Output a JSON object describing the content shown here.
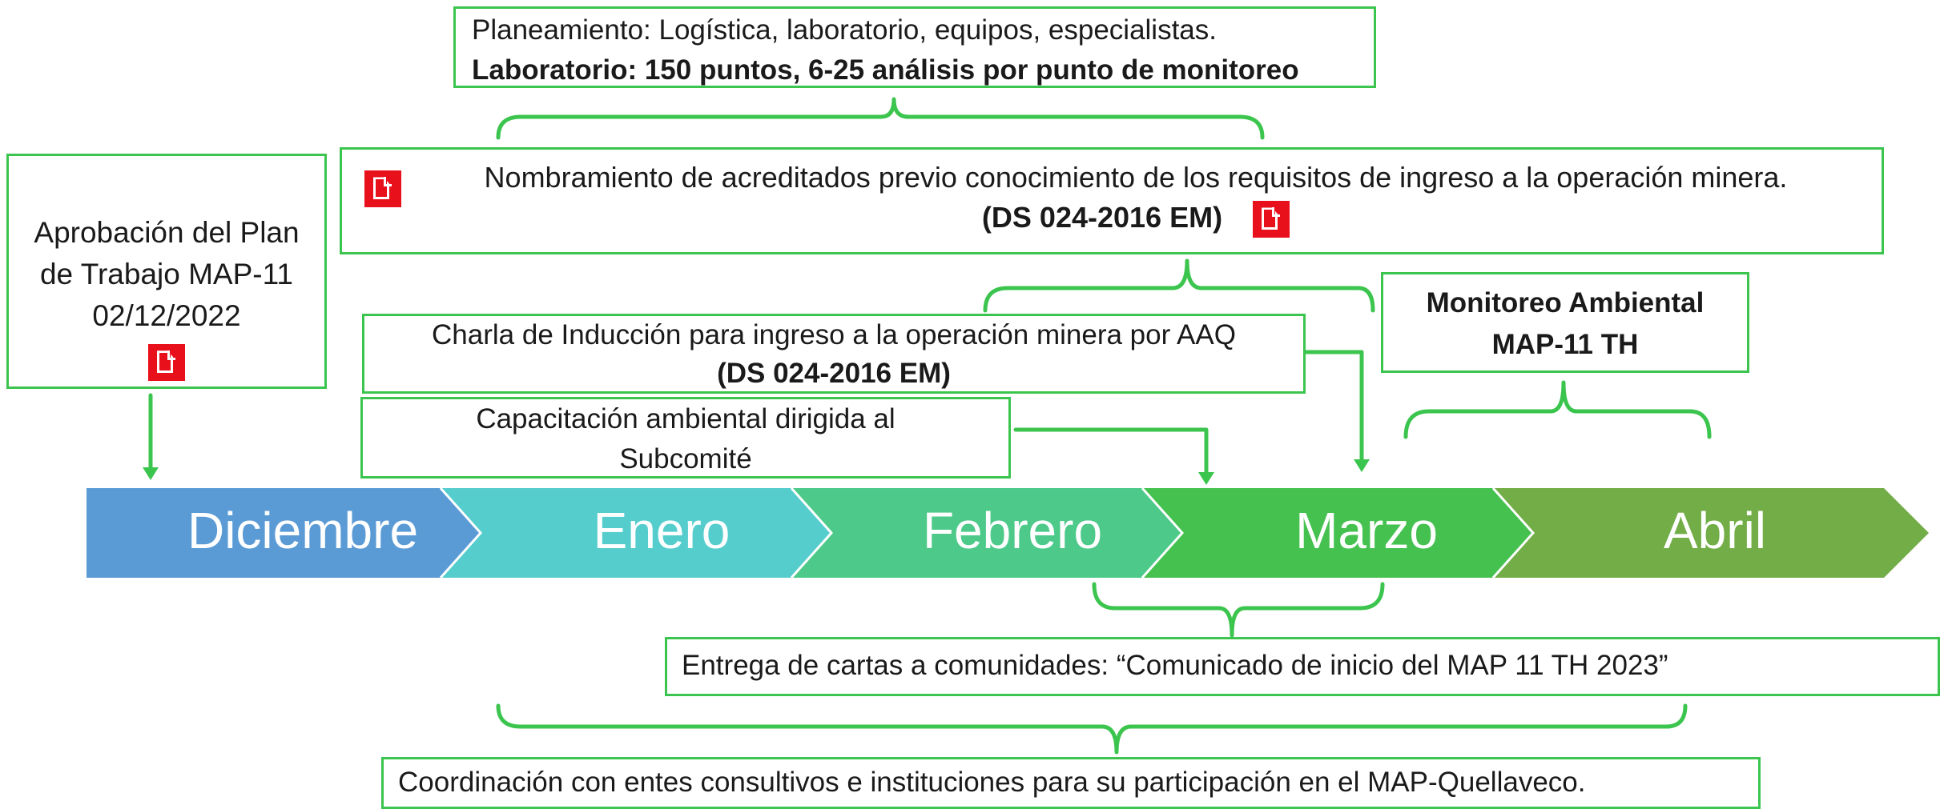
{
  "colors": {
    "accent_green": "#3cc54e",
    "pdf_red": "#e8101b",
    "month_colors": [
      "#5b9bd5",
      "#56cdcd",
      "#4dc98a",
      "#45c150",
      "#72ad47"
    ]
  },
  "months": [
    {
      "label": "Diciembre"
    },
    {
      "label": "Enero"
    },
    {
      "label": "Febrero"
    },
    {
      "label": "Marzo"
    },
    {
      "label": "Abril"
    }
  ],
  "boxes": {
    "aprobacion": {
      "line1": "Aprobación del Plan",
      "line2": "de Trabajo MAP-11",
      "line3": "02/12/2022",
      "icon": "pdf-icon"
    },
    "planeamiento": {
      "line1": "Planeamiento: Logística, laboratorio, equipos, especialistas.",
      "line2": "Laboratorio: 150 puntos, 6-25 análisis por punto de monitoreo"
    },
    "nombramiento": {
      "line1": "Nombramiento de acreditados previo conocimiento de los requisitos de ingreso a la operación minera.",
      "line2": "(DS 024-2016 EM)",
      "icon": "pdf-icon"
    },
    "charla": {
      "line1": "Charla de Inducción para ingreso a la operación minera por AAQ",
      "line2": "(DS 024-2016 EM)"
    },
    "capacitacion": {
      "line1": "Capacitación ambiental dirigida al",
      "line2": "Subcomité"
    },
    "monitoreo": {
      "line1": "Monitoreo Ambiental",
      "line2": "MAP-11 TH"
    },
    "entrega": {
      "text": "Entrega de cartas a comunidades: “Comunicado de inicio del MAP 11 TH 2023”"
    },
    "coordinacion": {
      "text": "Coordinación con entes consultivos e instituciones para su participación en el MAP-Quellaveco."
    }
  }
}
